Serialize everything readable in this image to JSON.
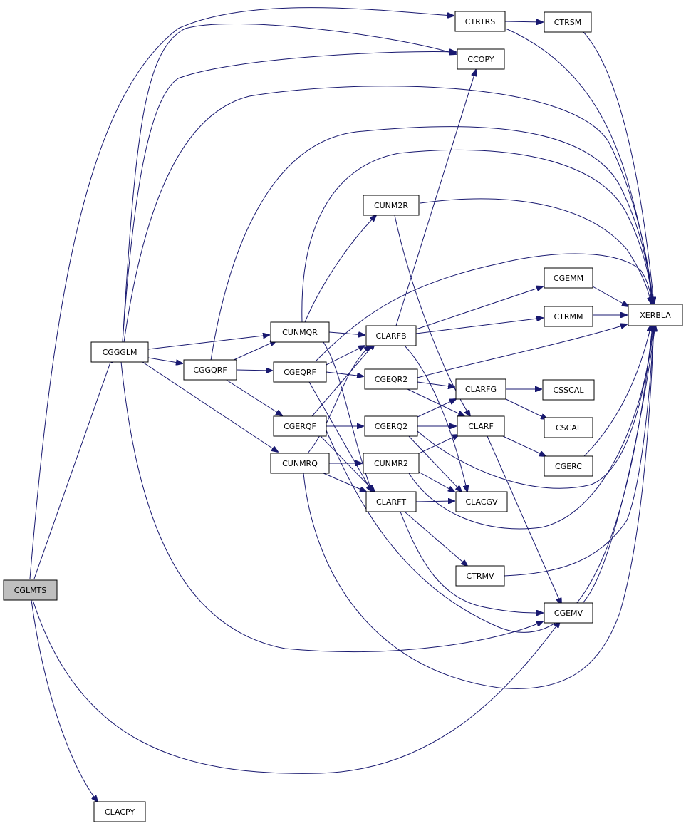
{
  "colors": {
    "edge": "#191970",
    "root_fill": "#bfbfbf",
    "node_fill": "#ffffff",
    "node_stroke": "#000000"
  },
  "nodes": {
    "CGLMTS": "CGLMTS",
    "CGGGLM": "CGGGLM",
    "CLACPY": "CLACPY",
    "CTRTRS": "CTRTRS",
    "CTRSM": "CTRSM",
    "CCOPY": "CCOPY",
    "CUNM2R": "CUNM2R",
    "CGEMM": "CGEMM",
    "XERBLA": "XERBLA",
    "CTRMM": "CTRMM",
    "CUNMQR": "CUNMQR",
    "CLARFB": "CLARFB",
    "CGGQRF": "CGGQRF",
    "CGEQRF": "CGEQRF",
    "CGEQR2": "CGEQR2",
    "CLARFG": "CLARFG",
    "CSSCAL": "CSSCAL",
    "CGERQF": "CGERQF",
    "CGERQ2": "CGERQ2",
    "CLARF": "CLARF",
    "CSCAL": "CSCAL",
    "CUNMRQ": "CUNMRQ",
    "CUNMR2": "CUNMR2",
    "CGERC": "CGERC",
    "CLARFT": "CLARFT",
    "CLACGV": "CLACGV",
    "CTRMV": "CTRMV",
    "CGEMV": "CGEMV"
  },
  "edges": [
    [
      "CGLMTS",
      "CGGGLM"
    ],
    [
      "CGLMTS",
      "CLACPY"
    ],
    [
      "CGLMTS",
      "CGEMV"
    ],
    [
      "CGLMTS",
      "XERBLA"
    ],
    [
      "CGLMTS",
      "CTRTRS"
    ],
    [
      "CGLMTS",
      "CCOPY"
    ],
    [
      "CGGGLM",
      "CCOPY"
    ],
    [
      "CGGGLM",
      "XERBLA"
    ],
    [
      "CGGGLM",
      "CUNMQR"
    ],
    [
      "CGGGLM",
      "CGGQRF"
    ],
    [
      "CGGGLM",
      "CUNMRQ"
    ],
    [
      "CGGGLM",
      "CGEMV"
    ],
    [
      "CTRTRS",
      "CTRSM"
    ],
    [
      "CTRTRS",
      "XERBLA"
    ],
    [
      "CTRSM",
      "XERBLA"
    ],
    [
      "CGGQRF",
      "XERBLA"
    ],
    [
      "CGGQRF",
      "CUNMQR"
    ],
    [
      "CGGQRF",
      "CGEQRF"
    ],
    [
      "CGGQRF",
      "CGERQF"
    ],
    [
      "CUNMQR",
      "XERBLA"
    ],
    [
      "CUNMQR",
      "CUNM2R"
    ],
    [
      "CUNMQR",
      "CLARFB"
    ],
    [
      "CUNMQR",
      "CLARFT"
    ],
    [
      "CUNM2R",
      "XERBLA"
    ],
    [
      "CUNM2R",
      "CLARF"
    ],
    [
      "CLARFB",
      "CCOPY"
    ],
    [
      "CLARFB",
      "CGEMM"
    ],
    [
      "CLARFB",
      "CTRMM"
    ],
    [
      "CLARFB",
      "CLACGV"
    ],
    [
      "CGEMM",
      "XERBLA"
    ],
    [
      "CTRMM",
      "XERBLA"
    ],
    [
      "CGEQRF",
      "CLARFB"
    ],
    [
      "CGEQRF",
      "CGEQR2"
    ],
    [
      "CGEQRF",
      "CLARFT"
    ],
    [
      "CGEQRF",
      "XERBLA"
    ],
    [
      "CGEQR2",
      "CLARFG"
    ],
    [
      "CGEQR2",
      "CLARF"
    ],
    [
      "CGEQR2",
      "XERBLA"
    ],
    [
      "CLARFG",
      "CSSCAL"
    ],
    [
      "CLARFG",
      "CSCAL"
    ],
    [
      "CGERQF",
      "CLARFB"
    ],
    [
      "CGERQF",
      "CGERQ2"
    ],
    [
      "CGERQF",
      "CLARFT"
    ],
    [
      "CGERQF",
      "XERBLA"
    ],
    [
      "CGERQ2",
      "CLARFG"
    ],
    [
      "CGERQ2",
      "CLARF"
    ],
    [
      "CGERQ2",
      "CLACGV"
    ],
    [
      "CGERQ2",
      "XERBLA"
    ],
    [
      "CLARF",
      "CGERC"
    ],
    [
      "CLARF",
      "CGEMV"
    ],
    [
      "CGERC",
      "XERBLA"
    ],
    [
      "CUNMRQ",
      "CLARFB"
    ],
    [
      "CUNMRQ",
      "CUNMR2"
    ],
    [
      "CUNMRQ",
      "CLARFT"
    ],
    [
      "CUNMRQ",
      "XERBLA"
    ],
    [
      "CUNMR2",
      "CLARF"
    ],
    [
      "CUNMR2",
      "CLACGV"
    ],
    [
      "CUNMR2",
      "XERBLA"
    ],
    [
      "CLARFT",
      "CLACGV"
    ],
    [
      "CLARFT",
      "CTRMV"
    ],
    [
      "CLARFT",
      "CGEMV"
    ],
    [
      "CTRMV",
      "XERBLA"
    ],
    [
      "CGEMV",
      "XERBLA"
    ]
  ]
}
